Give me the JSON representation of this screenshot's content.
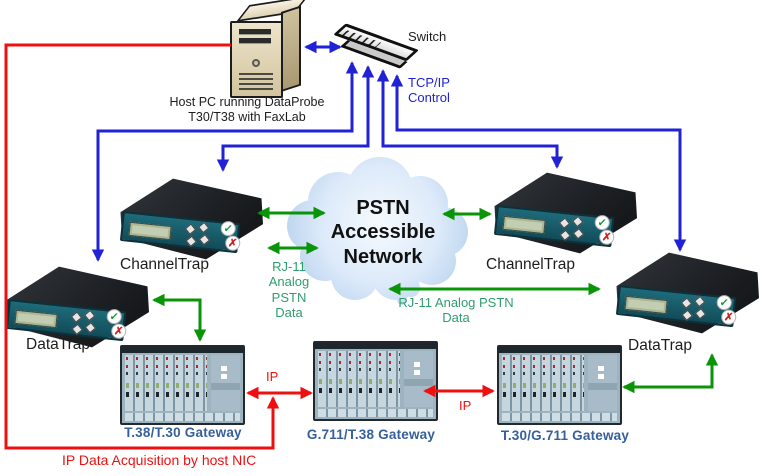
{
  "colors": {
    "tcp_blue": "#2121d6",
    "ip_red": "#ee1010",
    "pstn_green": "#0a9408",
    "green_text": "#2f9e6e",
    "gateway_label": "#36609b",
    "cloud_fill": "#bcd6f0"
  },
  "nodes": {
    "host_pc": {
      "label": "Host PC running DataProbe\nT30/T38 with FaxLab"
    },
    "switch": {
      "label": "Switch"
    },
    "channeltrap_left": {
      "label": "ChannelTrap"
    },
    "channeltrap_right": {
      "label": "ChannelTrap"
    },
    "datatrap_left": {
      "label": "DataTrap"
    },
    "datatrap_right": {
      "label": "DataTrap"
    },
    "pstn_cloud": {
      "label": "PSTN\nAccessible\nNetwork"
    },
    "gateway_left": {
      "label": "T.38/T.30 Gateway"
    },
    "gateway_middle": {
      "label": "G.711/T.38 Gateway"
    },
    "gateway_right": {
      "label": "T.30/G.711 Gateway"
    }
  },
  "edge_labels": {
    "tcp_ip_control": "TCP/IP\nControl",
    "rj11_left": "RJ-11\nAnalog\nPSTN\nData",
    "rj11_right": "RJ-11 Analog PSTN\nData",
    "ip_left": "IP",
    "ip_right": "IP",
    "ip_acquisition": "IP Data Acquisition by host NIC"
  },
  "device_marks": {
    "check": "✓",
    "cross": "✗"
  }
}
